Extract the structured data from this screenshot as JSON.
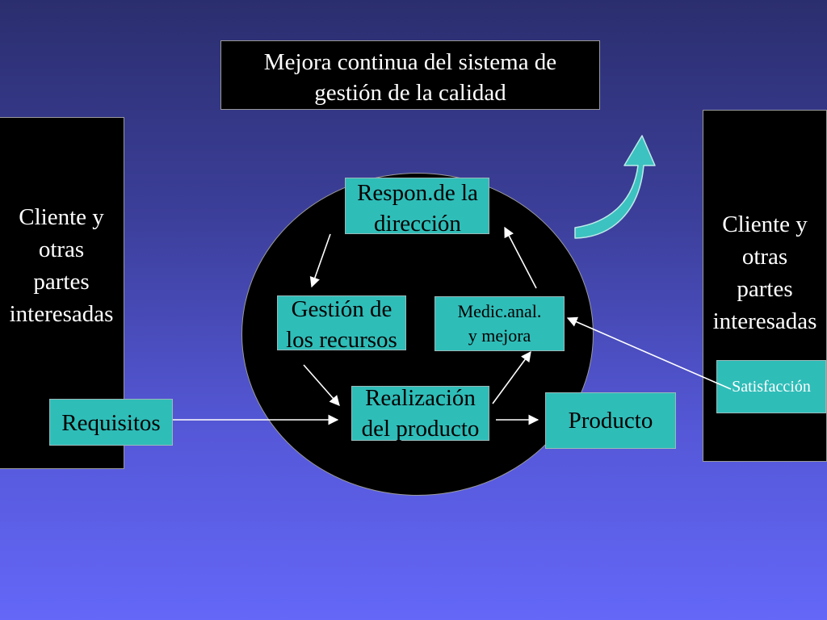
{
  "title": "Mejora continua del sistema de\ngestión de la calidad",
  "left_stakeholder": "Cliente y\notras\npartes\ninteresadas",
  "right_stakeholder": "Cliente y\notras\npartes\ninteresadas",
  "processes": {
    "management": "Respon.de la\ndirección",
    "resources": "Gestión de\nlos recursos",
    "measurement": "Medic.anal.\ny mejora",
    "realization": "Realización\ndel producto"
  },
  "inputs": {
    "requirements": "Requisitos"
  },
  "outputs": {
    "product": "Producto",
    "satisfaction": "Satisfacción"
  },
  "colors": {
    "teal": "#2fbdb8",
    "black": "#000000",
    "white": "#ffffff",
    "arrow_teal": "#3cc2c0"
  }
}
